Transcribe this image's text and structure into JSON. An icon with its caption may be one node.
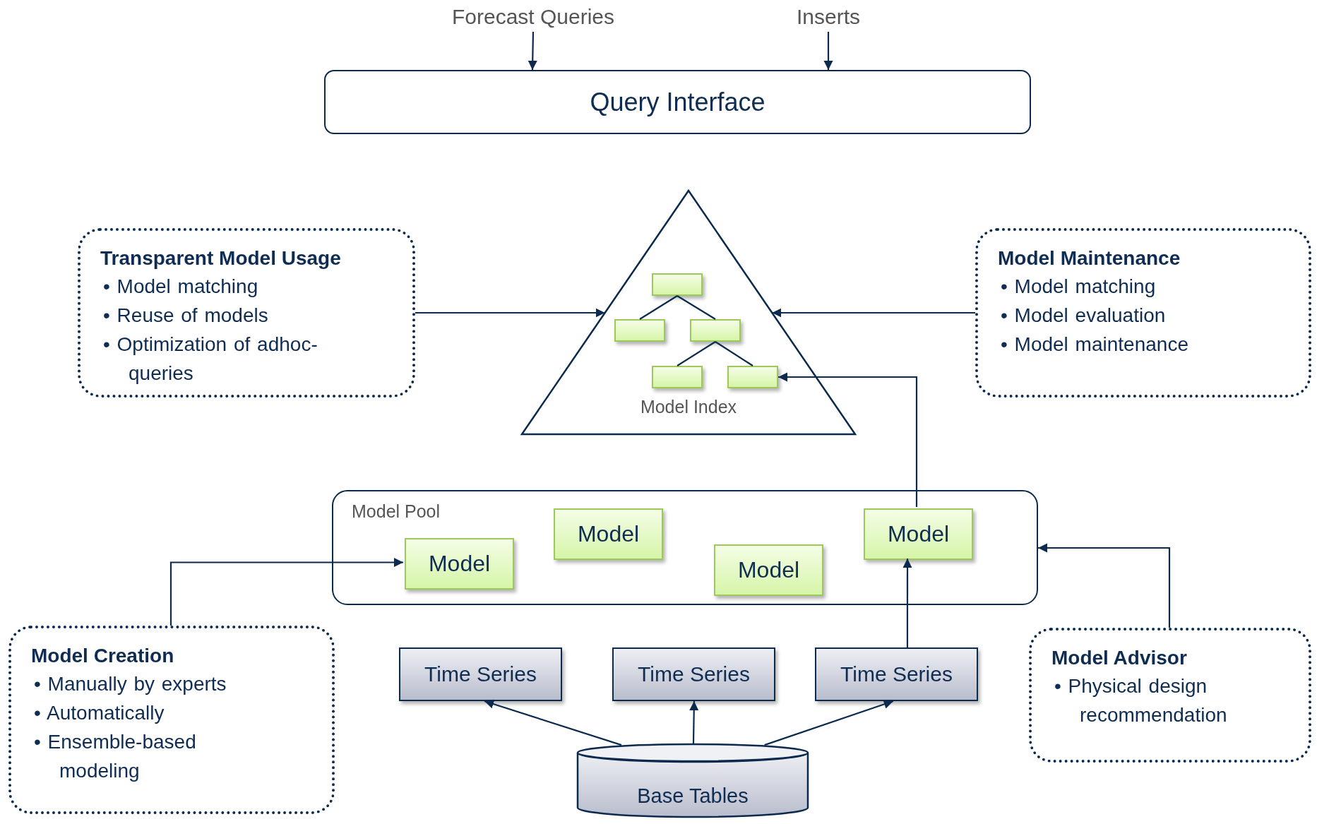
{
  "diagram": {
    "nodes": [
      {
        "text": [
          "Forecast Queries"
        ]
      },
      {
        "text": [
          "Inserts"
        ]
      },
      {
        "text": [
          "Query Interface"
        ]
      },
      {
        "text": [
          "Transparent Model Usage",
          "• Model matching",
          "• Reuse of models",
          "• Optimization of adhoc- queries"
        ]
      },
      {
        "text": [
          "Model Index"
        ]
      },
      {
        "text": [],
        "shape": "box",
        "in": 4
      },
      {
        "text": [],
        "shape": "box",
        "in": 4
      },
      {
        "text": [],
        "shape": "box",
        "in": 4
      },
      {
        "text": [],
        "shape": "box",
        "in": 4
      },
      {
        "text": [],
        "shape": "box",
        "in": 4
      },
      {
        "text": [
          "Model Maintenance",
          "• Model matching",
          "• Model evaluation",
          "• Model maintenance"
        ]
      },
      {
        "text": [
          "Model Pool"
        ]
      },
      {
        "text": [
          "Model"
        ],
        "in": 11
      },
      {
        "text": [
          "Model"
        ],
        "in": 11
      },
      {
        "text": [
          "Model"
        ],
        "in": 11
      },
      {
        "text": [
          "Model"
        ],
        "in": 11
      },
      {
        "text": [
          "Model Creation",
          "• Manually by experts",
          "• Automatically",
          "• Ensemble-based modeling"
        ]
      },
      {
        "text": [
          "Time Series"
        ]
      },
      {
        "text": [
          "Time Series"
        ]
      },
      {
        "text": [
          "Time Series"
        ]
      },
      {
        "text": [
          "Base Tables"
        ]
      },
      {
        "text": [
          "Model Advisor",
          "• Physical design recommendation"
        ]
      }
    ],
    "edges": [
      {
        "from": 0,
        "to": 2,
        "arrow": "to"
      },
      {
        "from": 1,
        "to": 2,
        "arrow": "to"
      },
      {
        "from": 3,
        "to": 4,
        "arrow": "to"
      },
      {
        "from": 10,
        "to": 4,
        "arrow": "to"
      },
      {
        "from": 15,
        "to": 9,
        "arrow": "to"
      },
      {
        "from": 16,
        "to": 12,
        "arrow": "to"
      },
      {
        "from": 21,
        "to": 11,
        "arrow": "to"
      },
      {
        "from": 19,
        "to": 15,
        "arrow": "to"
      },
      {
        "from": 20,
        "to": 17,
        "arrow": "to"
      },
      {
        "from": 20,
        "to": 18,
        "arrow": "to"
      },
      {
        "from": 20,
        "to": 19,
        "arrow": "to"
      },
      {
        "from": 5,
        "to": 6,
        "arrow": "none"
      },
      {
        "from": 5,
        "to": 7,
        "arrow": "none"
      },
      {
        "from": 7,
        "to": 8,
        "arrow": "none"
      },
      {
        "from": 7,
        "to": 9,
        "arrow": "none"
      }
    ]
  }
}
